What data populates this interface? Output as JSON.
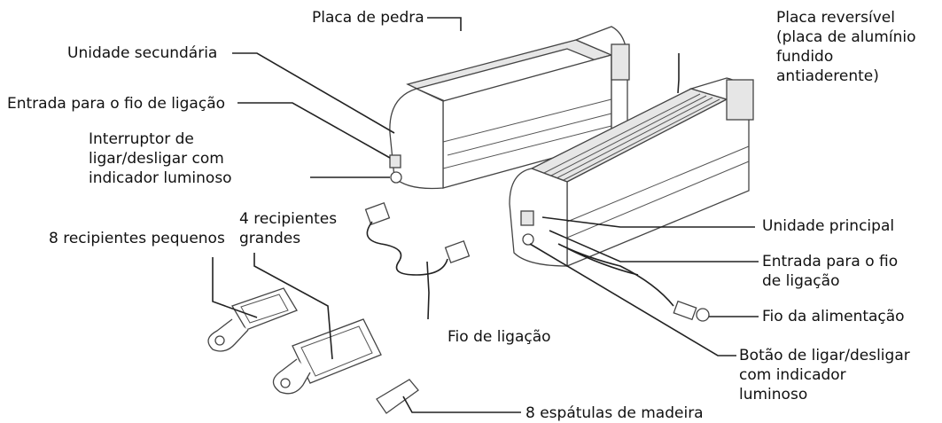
{
  "labels": {
    "placa_pedra": "Placa de pedra",
    "unidade_secundaria": "Unidade secundária",
    "entrada_fio_left": "Entrada para o fio de ligação",
    "interruptor": [
      "Interruptor de",
      "ligar/desligar com",
      "indicador luminoso"
    ],
    "recipientes_pequenos": "8 recipientes pequenos",
    "recipientes_grandes": [
      "4 recipientes",
      "grandes"
    ],
    "fio_ligacao": "Fio de ligação",
    "espatulas": "8 espátulas de madeira",
    "placa_reversivel": [
      "Placa reversível",
      "(placa de alumínio",
      "fundido",
      "antiaderente)"
    ],
    "unidade_principal": "Unidade principal",
    "entrada_fio_right": [
      "Entrada para o fio",
      "de ligação"
    ],
    "fio_alimentacao": "Fio da alimentação",
    "botao": [
      "Botão de ligar/desligar",
      "com indicador",
      "luminoso"
    ]
  }
}
